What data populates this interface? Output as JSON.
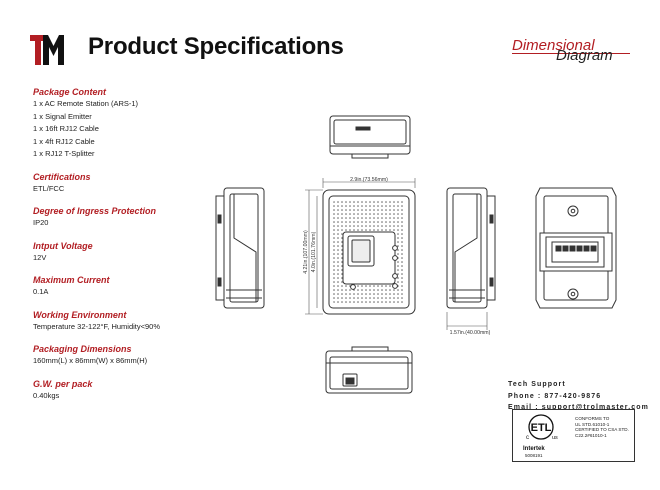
{
  "header": {
    "logo_text": "TM",
    "title": "Product Specifications",
    "diagram_title_line1": "Dimensional",
    "diagram_title_line2": "Diagram"
  },
  "specs": [
    {
      "heading": "Package Content",
      "values": [
        "1 x AC Remote Station (ARS-1)",
        "1 x Signal Emitter",
        "1 x 16ft RJ12 Cable",
        "1 x 4ft RJ12 Cable",
        "1 x RJ12 T-Splitter"
      ]
    },
    {
      "heading": "Certifications",
      "values": [
        "ETL/FCC"
      ]
    },
    {
      "heading": "Degree of Ingress Protection",
      "values": [
        "IP20"
      ]
    },
    {
      "heading": "Intput Voltage",
      "values": [
        "12V"
      ]
    },
    {
      "heading": "Maximum Current",
      "values": [
        "0.1A"
      ]
    },
    {
      "heading": "Working Environment",
      "values": [
        "Temperature 32-122°F, Humidity<90%"
      ]
    },
    {
      "heading": "Packaging Dimensions",
      "values": [
        "160mm(L) x 86mm(W) x 86mm(H)"
      ]
    },
    {
      "heading": "G.W. per pack",
      "values": [
        "0.40kgs"
      ]
    }
  ],
  "dimensions": {
    "width": "2.9in.(73.56mm)",
    "height_outer": "4.21in.(107.00mm)",
    "height_inner": "4.0in.(101.76mm)",
    "depth": "1.57in.(40.00mm)"
  },
  "support": {
    "line1": "Tech Support",
    "line2": "Phone : 877-420-9876",
    "line3": "Email : support@trolmaster.com"
  },
  "certification": {
    "mark_c": "c",
    "mark_us": "us",
    "brand": "Intertek",
    "number": "5008191",
    "text": [
      "CONFORMS TO",
      "UL STD.61010-1",
      "CERTIFIED TO CSA STD.",
      "C22.2#61010-1"
    ]
  },
  "colors": {
    "accent": "#b21e23",
    "text": "#111111",
    "drawing": "#333333"
  }
}
